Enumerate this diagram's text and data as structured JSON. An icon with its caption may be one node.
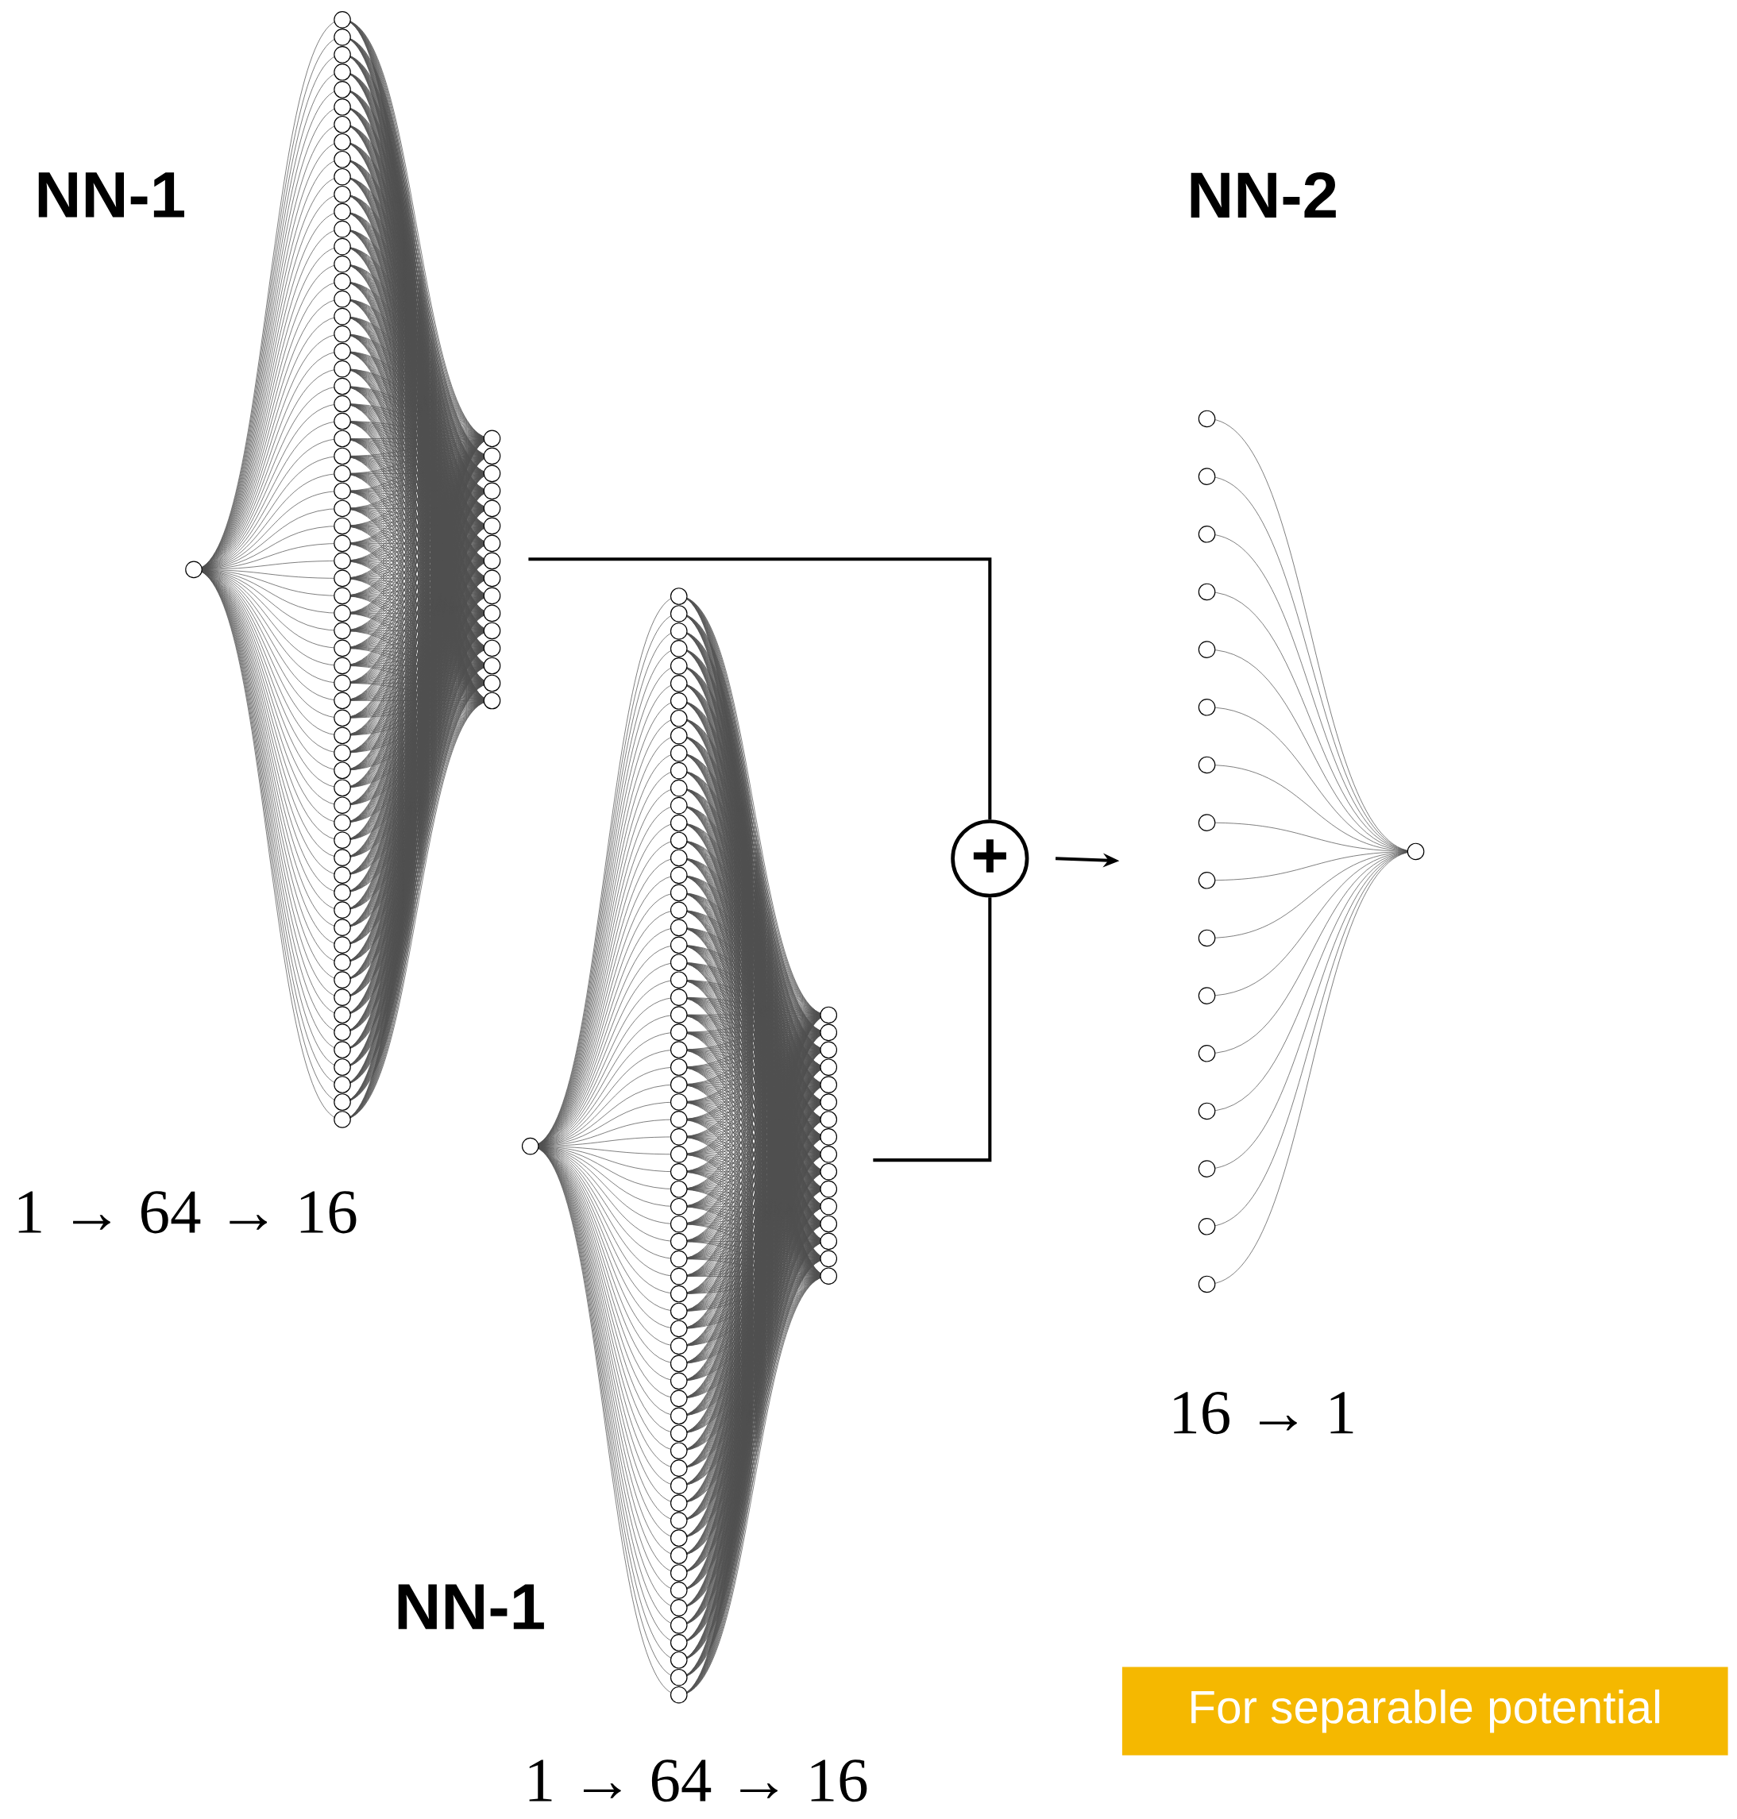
{
  "diagram": {
    "nodes": [
      {
        "text": [
          "NN-1",
          "1 → 64 → 16"
        ]
      },
      {
        "text": [
          "NN-1",
          "1 → 64 → 16"
        ]
      },
      {
        "text": [
          "+"
        ]
      },
      {
        "text": [
          "NN-2",
          "16 → 1"
        ]
      }
    ],
    "edges": [
      {
        "from": 0,
        "to": 2,
        "arrow": "none"
      },
      {
        "from": 1,
        "to": 2,
        "arrow": "none"
      },
      {
        "from": 2,
        "to": 3,
        "arrow": "to"
      }
    ],
    "labels": [
      "For separable potential"
    ]
  }
}
